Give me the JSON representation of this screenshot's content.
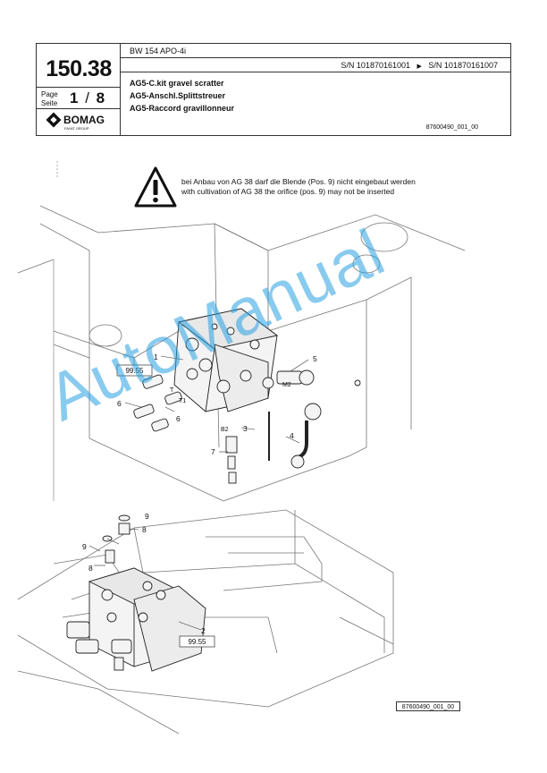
{
  "header": {
    "model": "BW 154 APO-4i",
    "doc_number": "150.38",
    "page_label_line1": "Page",
    "page_label_line2": "Seite",
    "page_number": "1",
    "page_separator": "/",
    "page_total": "8",
    "serial_from": "S/N 101870161001",
    "serial_arrow": "▶",
    "serial_to": "S/N 101870161007",
    "title_en": "AG5-C.kit gravel scratter",
    "title_de": "AG5-Anschl.Splittstreuer",
    "title_fr": "AG5-Raccord gravillonneur",
    "doc_ref": "87600490_001_00"
  },
  "logo": {
    "text": "BOMAG",
    "subtext": "FAYAT GROUP"
  },
  "warning": {
    "icon": "warning-triangle-icon",
    "text_de": "bei Anbau von AG 38 darf die Blende (Pos. 9) nicht eingebaut werden",
    "text_en": "with cultivation of AG 38 the orifice (pos. 9) may not be inserted"
  },
  "callouts": {
    "c1": "1",
    "c2": "2",
    "c3": "3",
    "c4": "4",
    "c5": "5",
    "c6a": "6",
    "c6b": "6",
    "c7": "7",
    "c8a": "8",
    "c8b": "8",
    "c9a": "9",
    "c9b": "9",
    "box_upper": "99.55",
    "box_lower": "99.55",
    "port_T": "T",
    "port_T1": "T1",
    "port_B2": "B2",
    "port_M2": "M2"
  },
  "watermark": "AutoManual",
  "drawing_ref": "87600490_001_00"
}
